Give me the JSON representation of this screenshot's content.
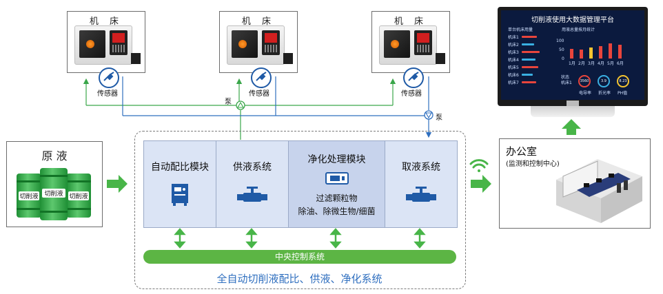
{
  "machines": [
    {
      "title": "机 床",
      "sensor": "传感器"
    },
    {
      "title": "机 床",
      "sensor": "传感器"
    },
    {
      "title": "机 床",
      "sensor": "传感器"
    }
  ],
  "pumps": [
    "泵",
    "泵"
  ],
  "raw": {
    "title": "原 液",
    "barrel_label": "切削液"
  },
  "modules": [
    {
      "label": "自动配比模块",
      "icon": "control-cabinet-icon"
    },
    {
      "label": "供液系统",
      "icon": "valve-icon"
    },
    {
      "label": "净化处理模块",
      "icon": "filter-icon",
      "sub": [
        "过滤颗粒物",
        "除油、除微生物/细菌"
      ]
    },
    {
      "label": "取液系统",
      "icon": "valve-icon"
    }
  ],
  "control_bar": "中央控制系统",
  "caption": "全自动切削液配比、供液、净化系统",
  "office": {
    "title": "办公室",
    "subtitle": "(监测和控制中心)"
  },
  "dashboard": {
    "title": "切削液使用大数据管理平台",
    "left_panel_title": "单台机床用量",
    "machines": [
      "机床1",
      "机床2",
      "机床3",
      "机床4",
      "机床5",
      "机床6",
      "机床7"
    ],
    "chart_title": "用液总量按月统计",
    "y_ticks": [
      "100",
      "50",
      "0"
    ],
    "months": [
      "1月",
      "2月",
      "3月",
      "4月",
      "5月",
      "6月"
    ],
    "monthly_values": [
      55,
      50,
      62,
      70,
      85,
      78
    ],
    "status_label": "状态",
    "status_value": "机床1",
    "gauges": [
      {
        "value": "3560",
        "label": "电导率",
        "color": "#e8453c"
      },
      {
        "value": "3.9",
        "label": "折光率",
        "color": "#3ab0e2"
      },
      {
        "value": "8.23",
        "label": "PH值",
        "color": "#f4c430"
      }
    ]
  },
  "colors": {
    "green": "#5cb544",
    "blue": "#2f6fbf",
    "module_fill": "#dbe4f5"
  }
}
